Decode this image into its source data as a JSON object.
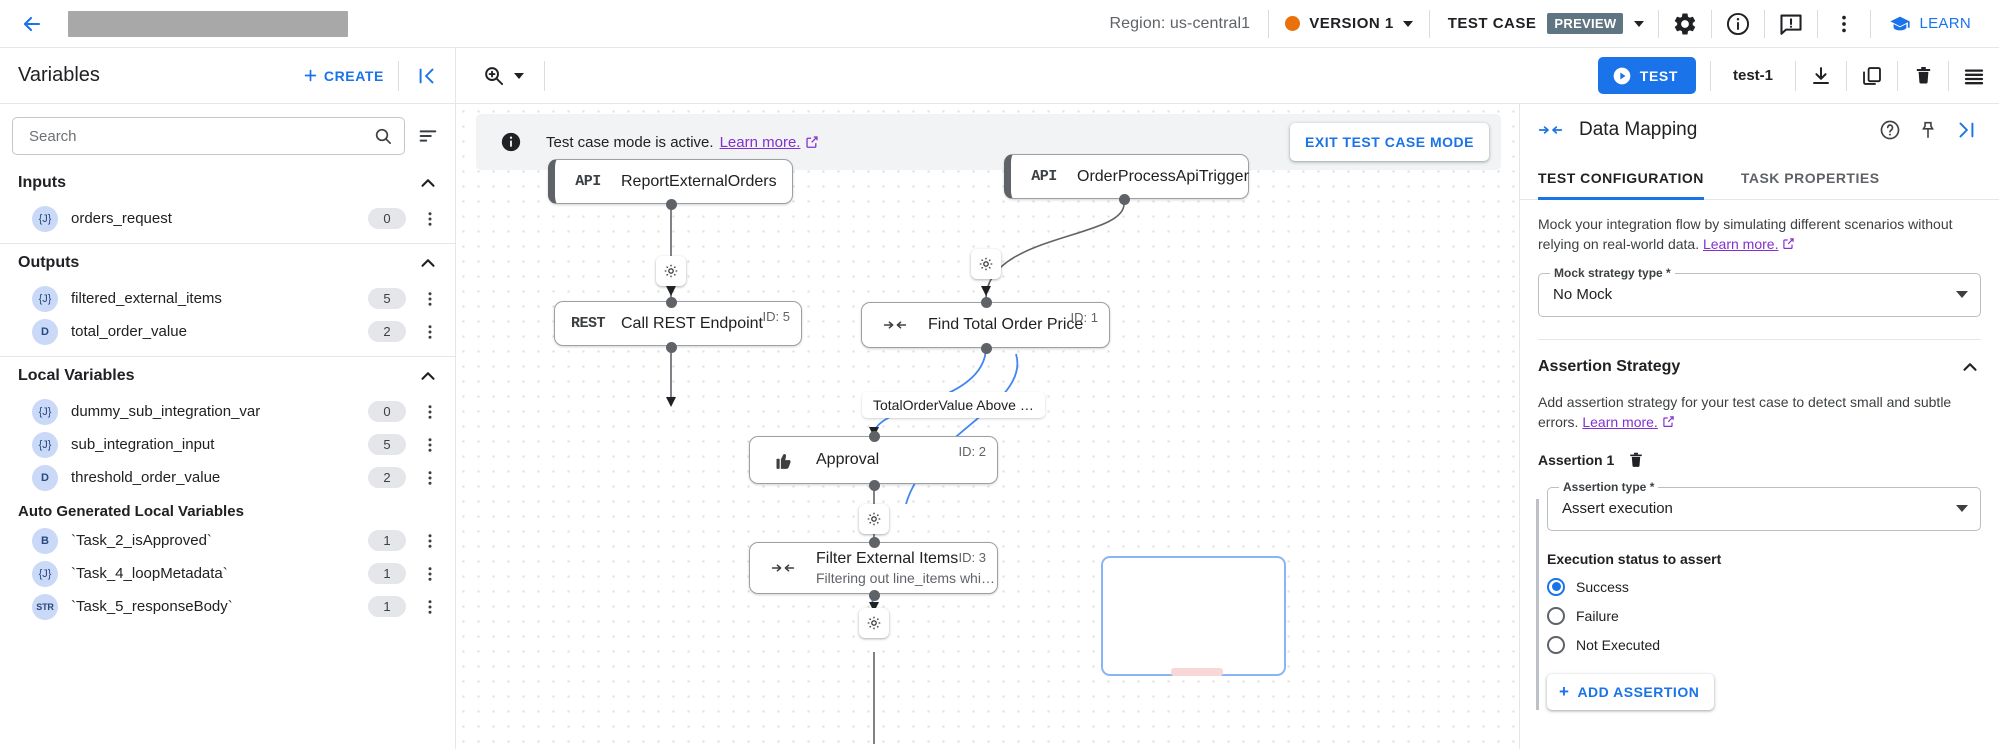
{
  "topbar": {
    "back_icon": "arrow-left-icon",
    "title_redacted": "",
    "region_label": "Region: us-central1",
    "version_label": "VERSION 1",
    "version_dot_color": "#E8710A",
    "test_case_label": "TEST CASE",
    "preview_badge": "PREVIEW",
    "icons": [
      "gear-icon",
      "info-icon",
      "feedback-icon",
      "more-vert-icon"
    ],
    "learn_label": "LEARN"
  },
  "subbar": {
    "variables_title": "Variables",
    "create_label": "CREATE",
    "collapse_icon": "collapse-left-icon",
    "zoom_icon": "zoom-in-icon",
    "test_button": "TEST",
    "test_name": "test-1",
    "icons": [
      "download-icon",
      "copy-icon",
      "delete-icon",
      "logs-icon"
    ]
  },
  "search": {
    "placeholder": "Search",
    "value": "",
    "search_icon": "search-icon",
    "sort_icon": "sort-icon"
  },
  "variables": {
    "sections": [
      {
        "title": "Inputs",
        "collapsible": true,
        "items": [
          {
            "type": "{J}",
            "name": "orders_request",
            "count": "0"
          }
        ]
      },
      {
        "title": "Outputs",
        "collapsible": true,
        "items": [
          {
            "type": "{J}",
            "name": "filtered_external_items",
            "count": "5"
          },
          {
            "type": "D",
            "name": "total_order_value",
            "count": "2"
          }
        ]
      },
      {
        "title": "Local Variables",
        "collapsible": true,
        "items": [
          {
            "type": "{J}",
            "name": "dummy_sub_integration_var",
            "count": "0"
          },
          {
            "type": "{J}",
            "name": "sub_integration_input",
            "count": "5"
          },
          {
            "type": "D",
            "name": "threshold_order_value",
            "count": "2"
          }
        ]
      }
    ],
    "auto_generated_title": "Auto Generated Local Variables",
    "auto_generated": [
      {
        "type": "B",
        "name": "`Task_2_isApproved`",
        "count": "1"
      },
      {
        "type": "{J}",
        "name": "`Task_4_loopMetadata`",
        "count": "1"
      },
      {
        "type": "STR",
        "name": "`Task_5_responseBody`",
        "count": "1"
      }
    ]
  },
  "canvas": {
    "banner": {
      "icon": "info-filled-icon",
      "text": "Test case mode is active.",
      "link": "Learn more.",
      "exit_button": "EXIT TEST CASE MODE"
    },
    "nodes": [
      {
        "icon": "API",
        "title": "ReportExternalOrders",
        "subtitle": "",
        "id": ""
      },
      {
        "icon": "API",
        "title": "OrderProcessApiTrigger",
        "subtitle": "",
        "id": ""
      },
      {
        "icon": "REST",
        "title": "Call REST Endpoint",
        "subtitle": "",
        "id": "ID: 5"
      },
      {
        "icon": "mapping",
        "title": "Find Total Order Price",
        "subtitle": "",
        "id": "ID: 1"
      },
      {
        "icon": "approval",
        "title": "Approval",
        "subtitle": "",
        "id": "ID: 2"
      },
      {
        "icon": "mapping",
        "title": "Filter External Items",
        "subtitle": "Filtering out line_items whi…",
        "id": "ID: 3"
      }
    ],
    "edge_label": "TotalOrderValue Above …"
  },
  "right_panel": {
    "icon": "data-mapping-icon",
    "title": "Data Mapping",
    "header_icons": [
      "help-icon",
      "pin-icon",
      "expand-right-icon"
    ],
    "tabs": [
      {
        "label": "TEST CONFIGURATION",
        "active": true
      },
      {
        "label": "TASK PROPERTIES",
        "active": false
      }
    ],
    "mock": {
      "description": "Mock your integration flow by simulating different scenarios without relying on real-world data.",
      "link": "Learn more.",
      "field_label": "Mock strategy type *",
      "field_value": "No Mock"
    },
    "assertion": {
      "section_title": "Assertion Strategy",
      "description": "Add assertion strategy for your test case to detect small and subtle errors.",
      "link": "Learn more.",
      "item_label": "Assertion 1",
      "delete_icon": "delete-icon",
      "type_field_label": "Assertion type *",
      "type_field_value": "Assert execution",
      "radio_group_label": "Execution status to assert",
      "radios": [
        {
          "label": "Success",
          "selected": true
        },
        {
          "label": "Failure",
          "selected": false
        },
        {
          "label": "Not Executed",
          "selected": false
        }
      ],
      "add_label": "ADD ASSERTION"
    }
  },
  "colors": {
    "accent": "#1a73e8",
    "link_purple": "#8430ce",
    "version_orange": "#E8710A",
    "preview_chip": "#5f7581"
  }
}
